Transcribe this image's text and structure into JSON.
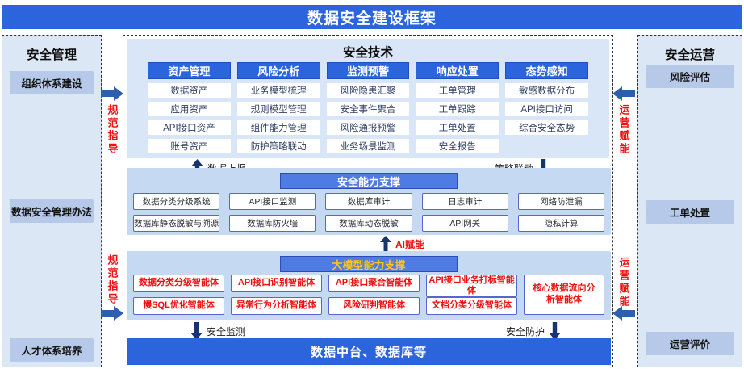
{
  "banner": {
    "title": "数据安全建设框架"
  },
  "left_panel": {
    "title": "安全管理",
    "items": [
      "组织体系建设",
      "数据安全管理办法",
      "人才体系培养"
    ]
  },
  "right_panel": {
    "title": "安全运营",
    "items": [
      "风险评估",
      "工单处置",
      "运营评价"
    ]
  },
  "connectors": {
    "left_label": "规范指导",
    "right_label": "运营赋能"
  },
  "tech": {
    "title": "安全技术",
    "columns": [
      {
        "header": "资产管理",
        "items": [
          "数据资产",
          "应用资产",
          "API接口资产",
          "账号资产"
        ]
      },
      {
        "header": "风险分析",
        "items": [
          "业务模型梳理",
          "规则模型管理",
          "组件能力管理",
          "防护策略联动"
        ]
      },
      {
        "header": "监测预警",
        "items": [
          "风险隐患汇聚",
          "安全事件聚合",
          "风险通报预警",
          "业务场景监测"
        ]
      },
      {
        "header": "响应处置",
        "items": [
          "工单管理",
          "工单跟踪",
          "工单处置",
          "安全报告"
        ]
      },
      {
        "header": "态势感知",
        "items": [
          "敏感数据分布",
          "API接口访问",
          "综合安全态势"
        ]
      }
    ]
  },
  "flows": {
    "data_report": "数据上报",
    "policy_link": "策略联动",
    "ai_enable": "AI赋能",
    "sec_monitor": "安全监测",
    "sec_protect": "安全防护"
  },
  "capability": {
    "title": "安全能力支撑",
    "rows": [
      [
        "数据分类分级系统",
        "API接口监测",
        "数据库审计",
        "日志审计",
        "网络防泄漏"
      ],
      [
        "数据库静态脱敏与溯源",
        "数据库防火墙",
        "数据库动态脱敏",
        "API网关",
        "隐私计算"
      ]
    ]
  },
  "model": {
    "title": "大模型能力支撑",
    "rows": [
      [
        "数据分类分级智能体",
        "API接口识别智能体",
        "API接口聚合智能体",
        "API接口业务打标智能体"
      ],
      [
        "慢SQL优化智能体",
        "异常行为分析智能体",
        "风险研判智能体",
        "文档分类分级智能体"
      ]
    ],
    "tall_item": "核心数据流向分析智能体"
  },
  "bottom_banner": {
    "title": "数据中台、数据库等"
  },
  "colors": {
    "primary_blue": "#2b64dc",
    "tech_panel_bg": "#d8e6f8",
    "section_panel_bg": "#c6d9f2",
    "side_panel_bg": "#dce7f5",
    "side_item_bg": "#b7c9e8",
    "box_border_blue": "#5566cf",
    "title_box_bg": "#4e7ce2",
    "accent_red": "#f01010",
    "accent_yellow": "#ffc819",
    "flow_arrow_navy": "#16356f",
    "side_arrow_blue": "#2d5fae"
  }
}
